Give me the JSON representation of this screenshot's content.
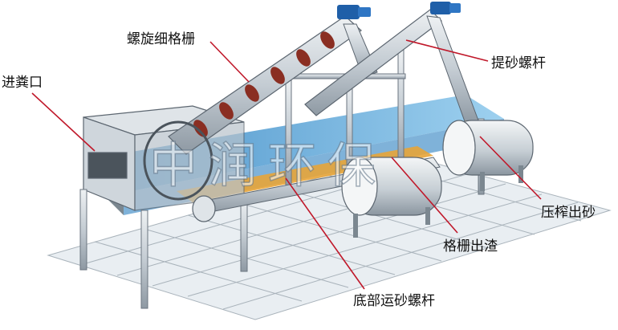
{
  "labels": {
    "fine_screen": "螺旋细格栅",
    "inlet": "进粪口",
    "lift_screw": "提砂螺杆",
    "press_sand": "压榨出砂",
    "screen_slag": "格栅出渣",
    "bottom_screw": "底部运砂螺杆"
  },
  "watermark": "中润环保",
  "colors": {
    "leader": "#c0182a",
    "tank_water": "#4aa0d8",
    "motor": "#1f5fa8",
    "sand": "#e8a437",
    "steel": "#c9d0d6"
  }
}
